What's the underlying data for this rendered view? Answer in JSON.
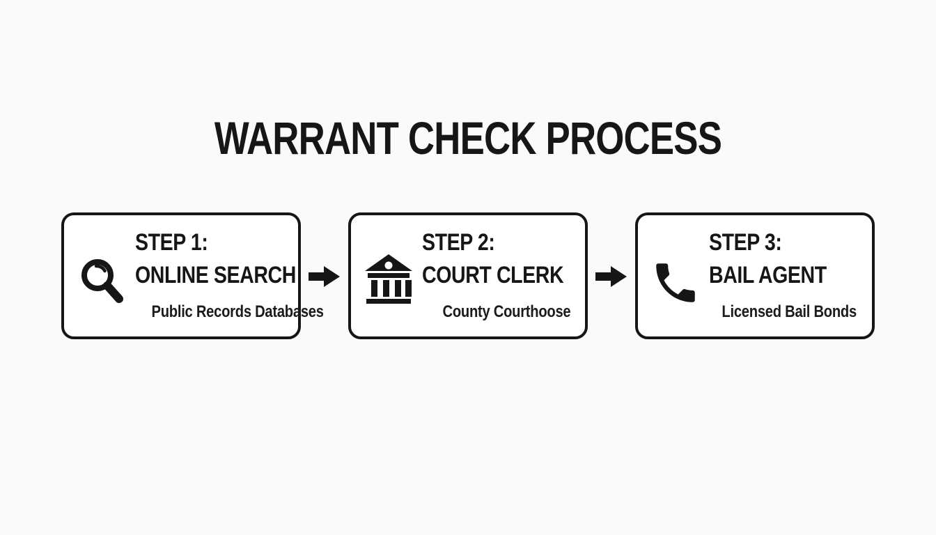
{
  "title": "WARRANT CHECK PROCESS",
  "steps": [
    {
      "icon": "magnifier-icon",
      "step_label": "STEP 1:",
      "heading": "ONLINE SEARCH",
      "subtitle": "Public Records Databases"
    },
    {
      "icon": "courthouse-icon",
      "step_label": "STEP 2:",
      "heading": "COURT CLERK",
      "subtitle": "County Courthoose"
    },
    {
      "icon": "phone-icon",
      "step_label": "STEP 3:",
      "heading": "BAIL AGENT",
      "subtitle": "Licensed Bail Bonds"
    }
  ],
  "connector": "right-arrow",
  "colors": {
    "ink": "#161616",
    "box_background": "#ffffff",
    "page_background": "#fafafa"
  }
}
